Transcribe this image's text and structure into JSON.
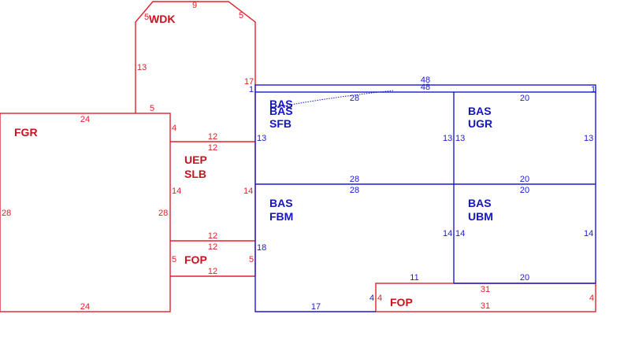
{
  "colors": {
    "red": "#e0202a",
    "blue": "#1a1ad0"
  },
  "areas": {
    "wdk": "WDK",
    "fgr": "FGR",
    "uep_slb": [
      "UEP",
      "SLB"
    ],
    "fop_left": "FOP",
    "bas_top": "BAS",
    "bas_sfb": [
      "BAS",
      "SFB"
    ],
    "bas_ugr": [
      "BAS",
      "UGR"
    ],
    "bas_fbm": [
      "BAS",
      "FBM"
    ],
    "bas_ubm": [
      "BAS",
      "UBM"
    ],
    "fop_bottom": "FOP"
  },
  "dims": {
    "wdk_top": "9",
    "wdk_left_chamfer": "5",
    "wdk_right_chamfer": "5",
    "wdk_left": "13",
    "wdk_right": "17",
    "wdk_bottom": "5",
    "fgr_top": "24",
    "fgr_left": "28",
    "fgr_right": "28",
    "fgr_bottom": "24",
    "fgr_right_top": "4",
    "uep_top_a": "12",
    "uep_top_b": "12",
    "uep_left": "14",
    "uep_right": "14",
    "uep_bottom_a": "12",
    "uep_bottom_b": "12",
    "fop_left_left": "5",
    "fop_left_right": "5",
    "fop_left_bottom": "12",
    "strip_top_a": "48",
    "strip_top_b": "48",
    "strip_left": "1",
    "strip_right": "1",
    "sfb_top": "28",
    "sfb_left": "13",
    "sfb_right": "13",
    "ugr_top": "20",
    "ugr_left": "13",
    "ugr_right": "13",
    "mid_left_a": "28",
    "mid_left_b": "28",
    "mid_right_a": "20",
    "mid_right_b": "20",
    "fbm_left": "18",
    "fbm_right": "14",
    "ubm_left": "14",
    "ubm_right": "14",
    "fbm_bottom_a": "11",
    "fbm_bottom_b": "17",
    "ubm_bottom": "20",
    "fop_bot_top": "31",
    "fop_bot_bottom": "31",
    "fop_bot_left_a": "4",
    "fop_bot_left_b": "4",
    "fop_bot_right": "4"
  }
}
